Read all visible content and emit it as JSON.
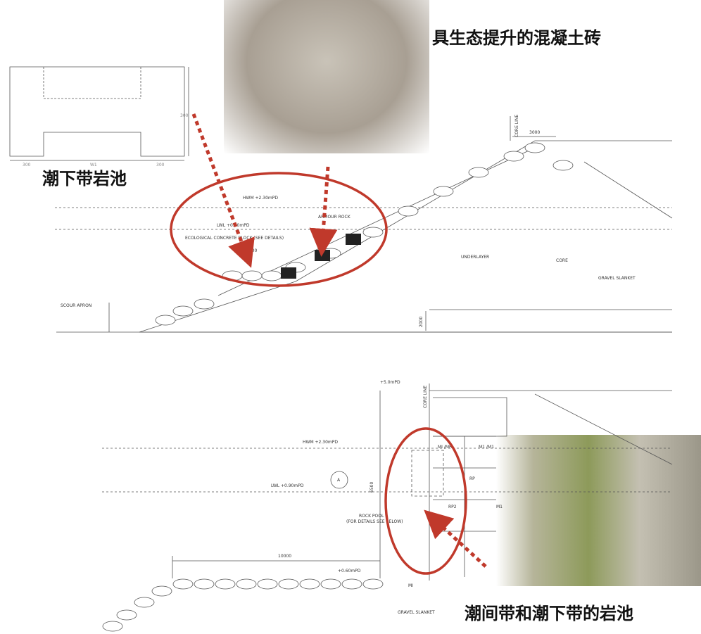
{
  "captions": {
    "block": "具生态提升的混凝土砖",
    "subtidal": "潮下带岩池",
    "intertidal": "潮间带和潮下带的岩池"
  },
  "top_drawing": {
    "hwm": "HWM +2.30mPD",
    "lwl": "LWL +0.90mPD",
    "armour": "ARMOUR ROCK",
    "eco_block": "ECOLOGICAL CONCRETE BLOCK (SEE DETAILS)",
    "underlayer": "UNDERLAYER",
    "core": "CORE",
    "gravel": "GRAVEL SLANKET",
    "scour": "SCOUR APRON",
    "core_line": "CORE LINE",
    "dim_top": "3000",
    "dim_side": "2000",
    "dim_pool": "1500"
  },
  "detail_drawing": {
    "d1": "300",
    "d2": "W1",
    "d3": "300",
    "h1": "300"
  },
  "bottom_drawing": {
    "top_level": "+5.0mPD",
    "core_line": "CORE LINE",
    "hwm": "HWM +2.30mPD",
    "lwl": "LWL +0.90mPD",
    "section": "A",
    "height": "6500",
    "rock_pool": "ROCK POOL",
    "rock_pool_note": "(FOR DETAILS SEE BELOW)",
    "width": "10000",
    "base_level": "+0.60mPD",
    "gravel": "GRAVEL SLANKET",
    "mi": "MI",
    "mi_mh": "MI /MH",
    "m1_mh": "M1 /M1",
    "rp2": "RP2",
    "m1": "M1",
    "rp": "RP"
  },
  "colors": {
    "highlight": "#c0392b",
    "line": "#444444"
  }
}
